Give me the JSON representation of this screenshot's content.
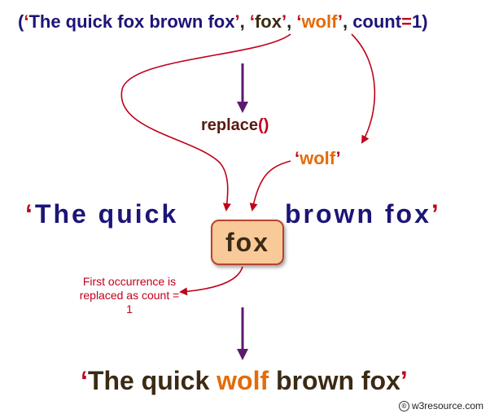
{
  "call": {
    "open_paren": "(",
    "q1": "‘",
    "string_value": "The quick fox brown fox",
    "q2": "’",
    "comma1": ", ",
    "q3": "‘",
    "old_value": "fox",
    "q4": "’",
    "comma2": ", ",
    "q5": "‘",
    "new_value": "wolf",
    "q6": "’",
    "comma3": ", ",
    "count_kw": "count",
    "equals": "=",
    "count_value": "1",
    "close_paren": ")"
  },
  "method": {
    "name": "replace",
    "parens": "()"
  },
  "replacement": {
    "open_quote": "‘",
    "word": "wolf",
    "close_quote": "’"
  },
  "original": {
    "open_quote": "‘",
    "before": "The quick",
    "matched": "fox",
    "after": "brown fox",
    "close_quote": "’"
  },
  "note": "First occurrence is replaced as count = 1",
  "result": {
    "open_quote": "‘",
    "before": "The quick ",
    "replaced": "wolf",
    "after": " brown fox",
    "close_quote": "’"
  },
  "credit": {
    "icon": "copyright-icon",
    "glyph": "©",
    "text": "w3resource.com"
  },
  "colors": {
    "navy": "#1c1577",
    "orange": "#e36c09",
    "red": "#c0001b",
    "brown": "#3b2a14",
    "purple_arrow": "#5b1a6e",
    "box_fill": "#f8c999"
  }
}
